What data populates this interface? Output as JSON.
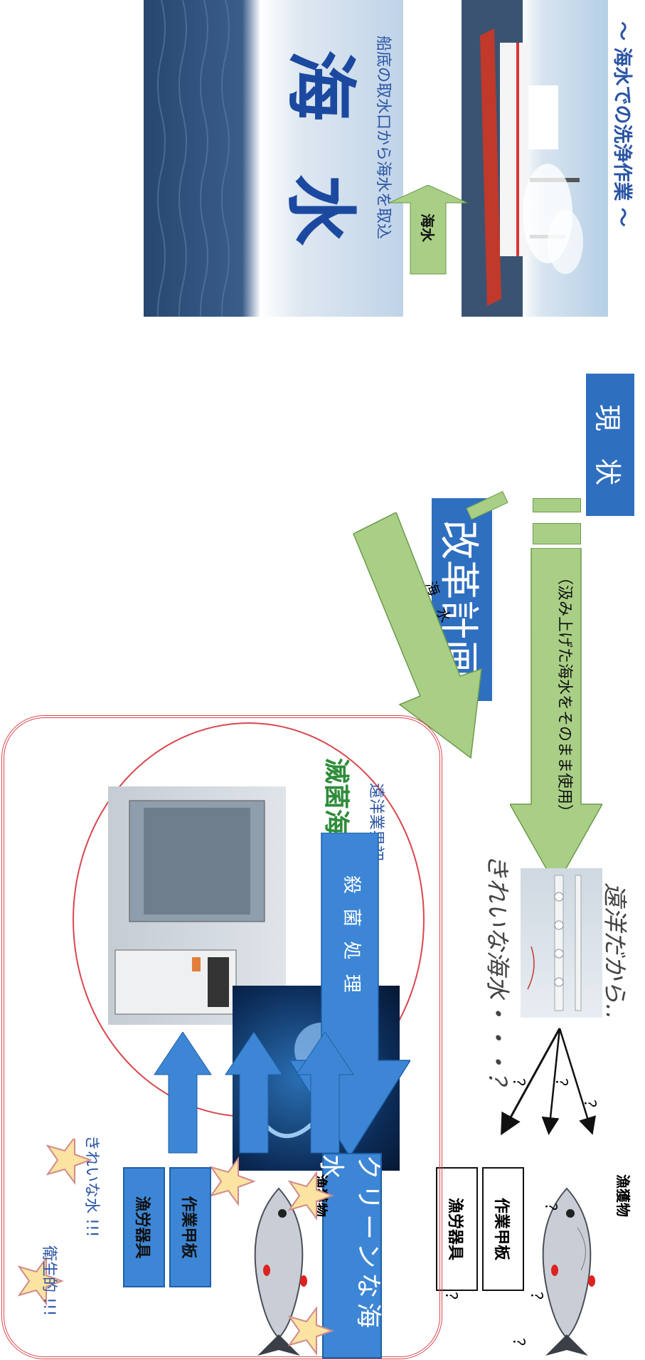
{
  "ship_section": {
    "caption": "～ 海水での洗浄作業 ～"
  },
  "seawater_section": {
    "caption": "船底の取水口から海水を取込",
    "title": "海 水",
    "arrow_label": "海水"
  },
  "current": {
    "badge": "現　状",
    "arrow_note": "（汲み上げた海水をそのまま使用）",
    "remark_top": "遠洋だから‥",
    "remark_bottom": "きれいな海水・・・？",
    "catch_label": "漁獲物",
    "deck_label": "作業甲板",
    "gear_label": "漁労器具",
    "question": "？"
  },
  "reform": {
    "badge": "改革計画",
    "arrow_label": "海　水",
    "industry_first": "遠洋業界初",
    "device_title": "滅菌海水製造装置",
    "process_label": "殺 菌 処 理",
    "clean_water_box": "クリーンな海水",
    "catch_label": "漁獲物",
    "deck_label": "作業甲板",
    "gear_label": "漁労器具",
    "clean_note": "きれいな水 !!!",
    "hygiene_note": "衛生的 !!!"
  },
  "colors": {
    "badge_blue": "#2f6fc0",
    "arrow_green": "#a9cf86",
    "arrow_blue": "#3d86d6",
    "frame_red": "#d8474e",
    "device_title_green": "#2e8c3a"
  }
}
